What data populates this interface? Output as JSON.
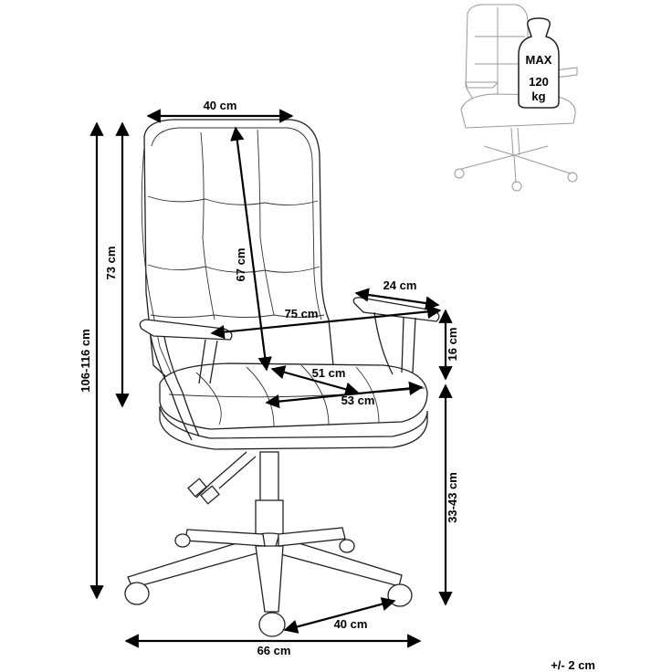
{
  "dimensions": {
    "backrest_width": "40 cm",
    "total_height": "106-116 cm",
    "backrest_height": "73 cm",
    "backrest_diagonal": "67 cm",
    "armrest_length": "24 cm",
    "width_with_armrests": "75 cm",
    "armrest_height": "16 cm",
    "seat_depth": "51 cm",
    "seat_width": "53 cm",
    "seat_height": "33-43 cm",
    "base_radius": "40 cm",
    "base_width": "66 cm",
    "tolerance": "+/- 2 cm"
  },
  "load_badge": {
    "line1": "MAX",
    "line2": "120",
    "line3": "kg"
  }
}
